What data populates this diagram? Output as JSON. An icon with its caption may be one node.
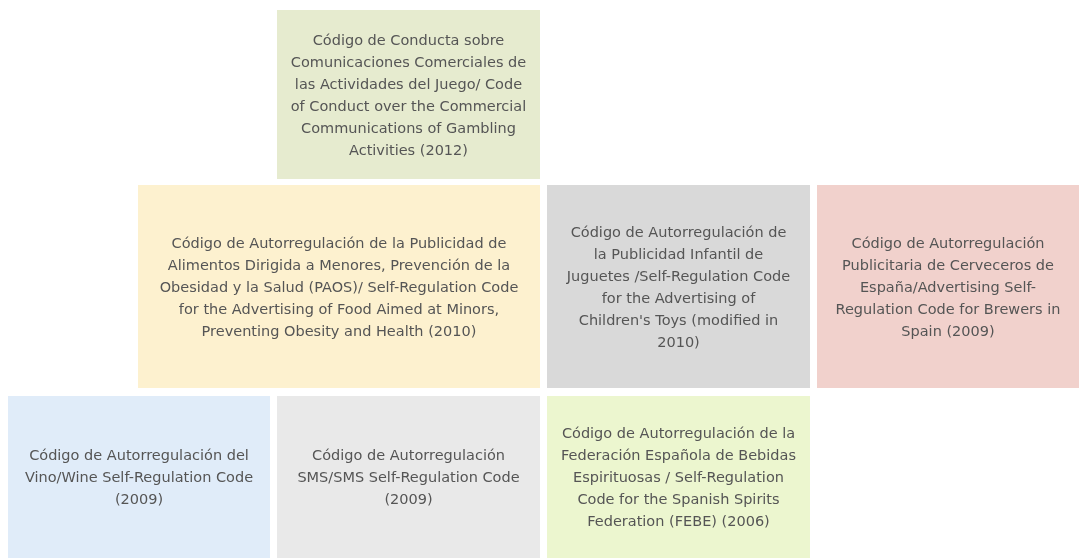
{
  "diagram": {
    "nodes": [
      {
        "text": [
          "Código de Conducta sobre Comunicaciones Comerciales de las Actividades del Juego/ Code of Conduct over the Commercial Communications of Gambling Activities (2012)"
        ]
      },
      {
        "text": [
          "Código de Autorregulación de la Publicidad de Alimentos Dirigida a Menores, Prevención de la Obesidad y la Salud (PAOS)/ Self-Regulation Code for the Advertising of Food Aimed at Minors, Preventing Obesity and Health (2010)"
        ]
      },
      {
        "text": [
          "Código de Autorregulación de la Publicidad Infantil de Juguetes /Self-Regulation Code for the Advertising of Children's Toys (modified in 2010)"
        ]
      },
      {
        "text": [
          "Código de Autorregulación Publicitaria de Cerveceros de España/Advertising Self-Regulation Code for Brewers in Spain (2009)"
        ]
      },
      {
        "text": [
          "Código de Autorregulación del Vino/Wine Self-Regulation Code (2009)"
        ]
      },
      {
        "text": [
          "Código de Autorregulación SMS/SMS Self-Regulation Code (2009)"
        ]
      },
      {
        "text": [
          "Código de Autorregulación de la Federación Española de Bebidas Espirituosas / Self-Regulation Code for the Spanish Spirits Federation (FEBE) (2006)"
        ]
      }
    ],
    "edges": []
  }
}
